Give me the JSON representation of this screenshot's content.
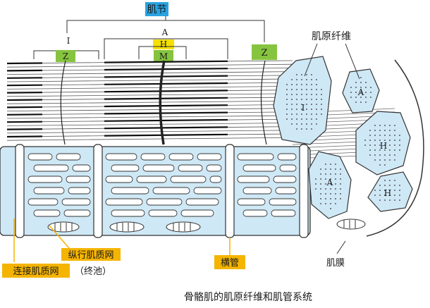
{
  "labels": {
    "sarcomere": "肌节",
    "band_i": "I",
    "band_a": "A",
    "zone_h": "H",
    "line_m": "M",
    "line_z_left": "Z",
    "line_z_right": "Z",
    "myofibril": "肌原纤维",
    "disc_i": "I",
    "disc_a_top": "A",
    "disc_h_1": "H",
    "disc_h_2": "H",
    "disc_a_lower": "A",
    "longitudinal_sr": "纵行肌质网",
    "transverse_tubule": "横管",
    "sarcolemma": "肌膜",
    "terminal_cisterna": "连接肌质网",
    "terminal_cisterna_note": "（终池）",
    "caption": "骨骼肌的肌原纤维和肌管系统"
  },
  "colors": {
    "label_blue": "#29a3e0",
    "label_green": "#86c43f",
    "label_yellow": "#f5e000",
    "label_orange": "#f5b400",
    "tubule_fill": "#cfe8f6",
    "stroke": "#333333"
  }
}
